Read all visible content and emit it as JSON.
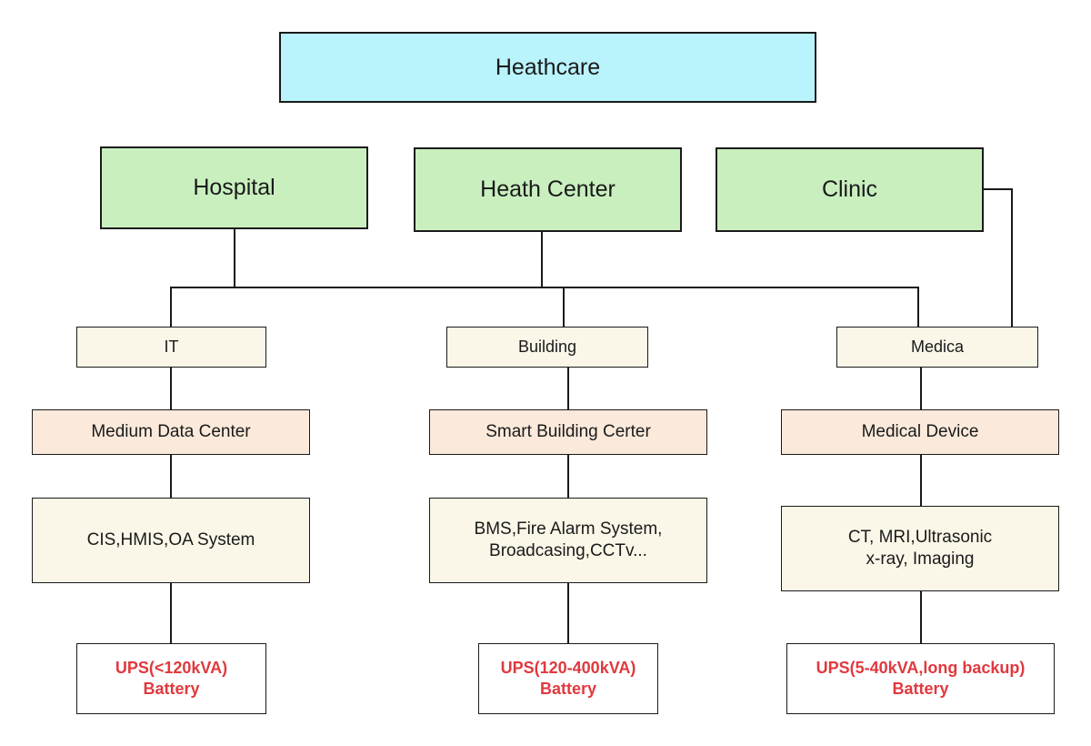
{
  "root": {
    "label": "Heathcare"
  },
  "facilities": [
    {
      "label": "Hospital"
    },
    {
      "label": "Heath Center"
    },
    {
      "label": "Clinic"
    }
  ],
  "columns": [
    {
      "category": "IT",
      "center": "Medium Data Center",
      "systems": [
        "CIS,HMIS,OA System"
      ],
      "ups": [
        "UPS(<120kVA)",
        "Battery"
      ]
    },
    {
      "category": "Building",
      "center": "Smart Building Certer",
      "systems": [
        "BMS,Fire Alarm System,",
        "Broadcasing,CCTv..."
      ],
      "ups": [
        "UPS(120-400kVA)",
        "Battery"
      ]
    },
    {
      "category": "Medica",
      "center": "Medical Device",
      "systems": [
        "CT, MRI,Ultrasonic",
        "x-ray, Imaging"
      ],
      "ups": [
        "UPS(5-40kVA,long backup)",
        "Battery"
      ]
    }
  ],
  "colors": {
    "root_fill": "#b9f3fb",
    "facility_fill": "#c9efbf",
    "category_fill": "#fbf7e8",
    "center_fill": "#fbeadb",
    "system_fill": "#fbf7e8",
    "ups_text": "#e0393e",
    "line": "#1a1a1a"
  }
}
